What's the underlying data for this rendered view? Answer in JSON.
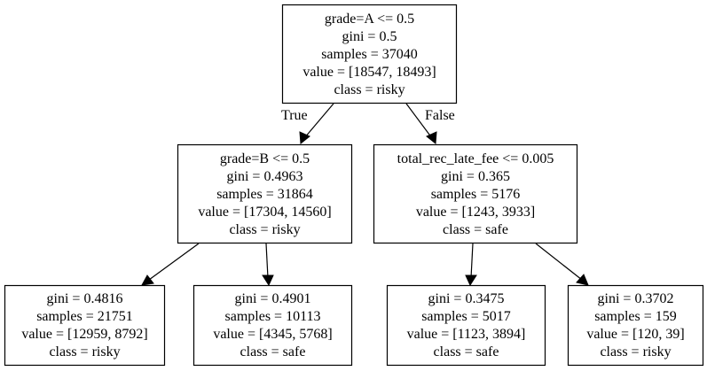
{
  "tree": {
    "nodes": [
      {
        "id": "root",
        "lines": [
          "grade=A <= 0.5",
          "gini = 0.5",
          "samples = 37040",
          "value = [18547, 18493]",
          "class = risky"
        ]
      },
      {
        "id": "left",
        "lines": [
          "grade=B <= 0.5",
          "gini = 0.4963",
          "samples = 31864",
          "value = [17304, 14560]",
          "class = risky"
        ]
      },
      {
        "id": "right",
        "lines": [
          "total_rec_late_fee <= 0.005",
          "gini = 0.365",
          "samples = 5176",
          "value = [1243, 3933]",
          "class = safe"
        ]
      },
      {
        "id": "leaf-1",
        "lines": [
          "gini = 0.4816",
          "samples = 21751",
          "value = [12959, 8792]",
          "class = risky"
        ]
      },
      {
        "id": "leaf-2",
        "lines": [
          "gini = 0.4901",
          "samples = 10113",
          "value = [4345, 5768]",
          "class = safe"
        ]
      },
      {
        "id": "leaf-3",
        "lines": [
          "gini = 0.3475",
          "samples = 5017",
          "value = [1123, 3894]",
          "class = safe"
        ]
      },
      {
        "id": "leaf-4",
        "lines": [
          "gini = 0.3702",
          "samples = 159",
          "value = [120, 39]",
          "class = risky"
        ]
      }
    ],
    "edges": [
      {
        "from": "root",
        "to": "left",
        "label": "True"
      },
      {
        "from": "root",
        "to": "right",
        "label": "False"
      },
      {
        "from": "left",
        "to": "leaf-1",
        "label": ""
      },
      {
        "from": "left",
        "to": "leaf-2",
        "label": ""
      },
      {
        "from": "right",
        "to": "leaf-3",
        "label": ""
      },
      {
        "from": "right",
        "to": "leaf-4",
        "label": ""
      }
    ]
  }
}
